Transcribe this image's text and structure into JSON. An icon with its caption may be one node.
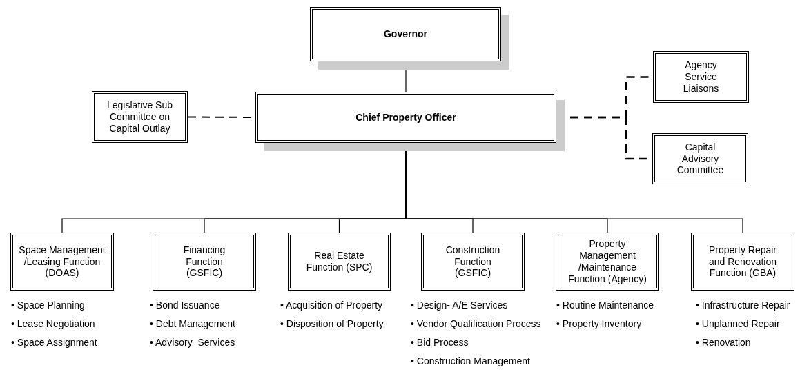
{
  "diagram": {
    "nodes": [
      {
        "text": [
          "Governor"
        ]
      },
      {
        "text": [
          "Legislative Sub Committee on Capital Outlay"
        ]
      },
      {
        "text": [
          "Chief Property Officer"
        ]
      },
      {
        "text": [
          "Agency Service Liaisons"
        ]
      },
      {
        "text": [
          "Capital Advisory Committee"
        ]
      },
      {
        "text": [
          "Space Management /Leasing Function (DOAS)"
        ],
        "beside": [
          "• Space Planning",
          "• Lease Negotiation",
          "• Space Assignment"
        ]
      },
      {
        "text": [
          "Financing Function (GSFIC)"
        ],
        "beside": [
          "• Bond Issuance",
          "• Debt Management",
          "• Advisory  Services"
        ]
      },
      {
        "text": [
          "Real Estate Function (SPC)"
        ],
        "beside": [
          "• Acquisition of Property",
          "• Disposition of Property"
        ]
      },
      {
        "text": [
          "Construction Function (GSFIC)"
        ],
        "beside": [
          "• Design- A/E Services",
          "• Vendor Qualification Process",
          "• Bid Process",
          "• Construction Management"
        ]
      },
      {
        "text": [
          "Property Management /Maintenance Function (Agency)"
        ],
        "beside": [
          "• Routine Maintenance",
          "• Property Inventory"
        ]
      },
      {
        "text": [
          "Property Repair and Renovation Function (GBA)"
        ],
        "beside": [
          "• Infrastructure Repair",
          "• Unplanned Repair",
          "• Renovation"
        ]
      }
    ],
    "edges": [
      {
        "from": 0,
        "to": 2,
        "arrow": "none"
      },
      {
        "from": 1,
        "to": 2,
        "arrow": "none",
        "style": "dashed"
      },
      {
        "from": 2,
        "to": 3,
        "arrow": "none",
        "style": "dashed"
      },
      {
        "from": 2,
        "to": 4,
        "arrow": "none",
        "style": "dashed"
      },
      {
        "from": 2,
        "to": 5,
        "arrow": "none"
      },
      {
        "from": 2,
        "to": 6,
        "arrow": "none"
      },
      {
        "from": 2,
        "to": 7,
        "arrow": "none"
      },
      {
        "from": 2,
        "to": 8,
        "arrow": "none"
      },
      {
        "from": 2,
        "to": 9,
        "arrow": "none"
      },
      {
        "from": 2,
        "to": 10,
        "arrow": "none"
      }
    ]
  }
}
